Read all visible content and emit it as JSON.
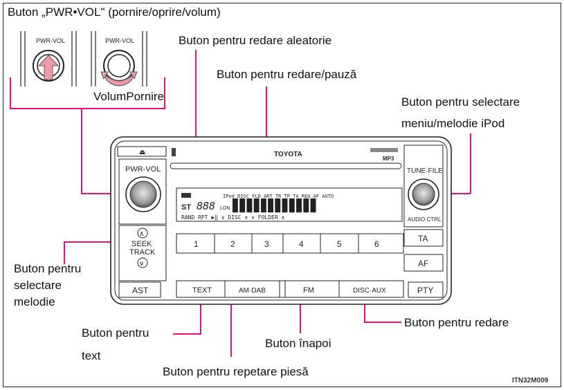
{
  "labels": {
    "pwr_vol_title": "Buton „PWR•VOL\" (pornire/oprire/volum)",
    "random": "Buton pentru redare aleatorie",
    "play_pause": "Buton pentru redare/pauză",
    "ipod_select_line1": "Buton pentru selectare",
    "ipod_select_line2": "meniu/melodie iPod",
    "volum_pornire": "VolumPornire",
    "track_select_line1": "Buton pentru",
    "track_select_line2": "selectare",
    "track_select_line3": "melodie",
    "text_line1": "Buton pentru",
    "text_line2": "text",
    "back": "Buton înapoi",
    "play": "Buton pentru redare",
    "repeat": "Buton pentru repetare piesă"
  },
  "radio": {
    "pwr_vol": "PWR-VOL",
    "brand": "TOYOTA",
    "mp3": "MP3",
    "tune_file": "TUNE·FILE",
    "audio_ctrl": "AUDIO CTRL",
    "ta": "TA",
    "af": "AF",
    "ast": "AST",
    "pty": "PTY",
    "seek": "SEEK",
    "track": "TRACK",
    "presets": [
      "1",
      "2",
      "3",
      "4",
      "5",
      "6"
    ],
    "bottom_buttons": [
      "TEXT",
      "AM·DAB",
      "FM",
      "DISC·AUX"
    ],
    "display_top": "IPod DISC   FLD ART   TR        TP TA REG AF AUTO",
    "display_bottom": "RAND    RPT      ▶‖ ∨ DISC ∧    ∨ FOLDER ∧",
    "display_digits": "888",
    "display_chars": "▊▊▊▊▊▊▊▊▊▊▊▊",
    "display_st": "ST",
    "display_lon": "LON"
  },
  "inset": {
    "knob_label": "PWR-VOL"
  },
  "figure_code": "ITN32M009",
  "colors": {
    "callout_line": "#e4107c",
    "arrow_fill": "#ee9aa8",
    "panel_gray": "#d4d4d4",
    "line_dark": "#222222"
  }
}
